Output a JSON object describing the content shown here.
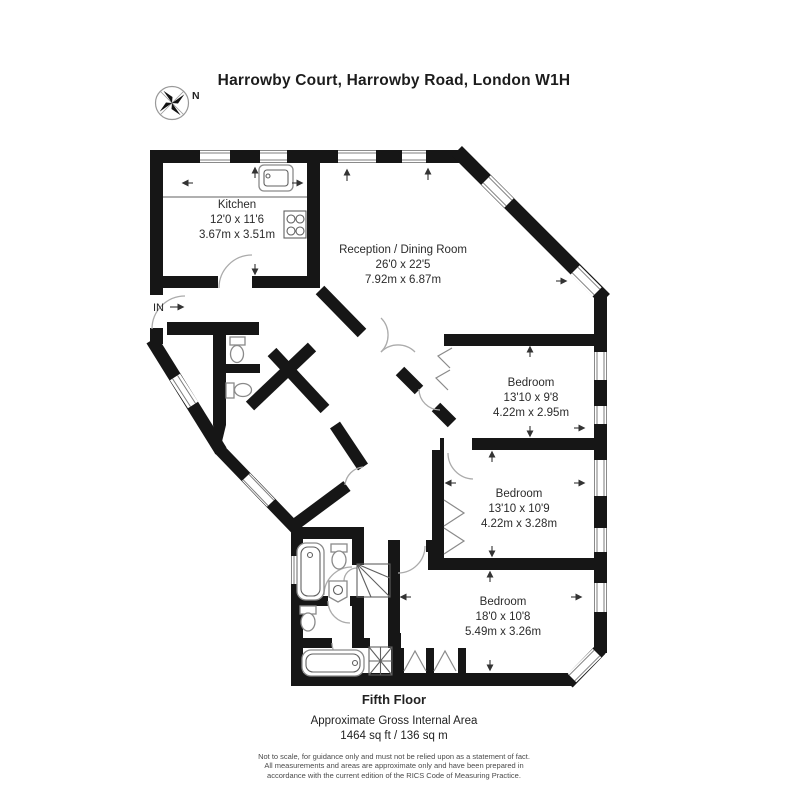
{
  "title": "Harrowby Court, Harrowby Road, London W1H",
  "compass": {
    "north_label": "N"
  },
  "entrance": {
    "label": "IN"
  },
  "rooms": [
    {
      "name": "Kitchen",
      "imperial": "12'0 x 11'6",
      "metric": "3.67m x 3.51m"
    },
    {
      "name": "Reception / Dining Room",
      "imperial": "26'0 x 22'5",
      "metric": "7.92m x 6.87m"
    },
    {
      "name": "Bedroom",
      "imperial": "13'10 x 9'8",
      "metric": "4.22m x 2.95m"
    },
    {
      "name": "Bedroom",
      "imperial": "13'10 x 10'9",
      "metric": "4.22m x 3.28m"
    },
    {
      "name": "Bedroom",
      "imperial": "18'0 x 10'8",
      "metric": "5.49m x 3.26m"
    }
  ],
  "footer": {
    "floor": "Fifth Floor",
    "area_label": "Approximate Gross Internal Area",
    "area_value": "1464 sq ft / 136 sq m",
    "disclaimer_line1": "Not to scale, for guidance only and must not be relied upon as a statement of fact.",
    "disclaimer_line2": "All measurements and areas are approximate only and have been prepared in",
    "disclaimer_line3": "accordance with the current edition of the RICS Code of Measuring Practice."
  },
  "colors": {
    "wall": "#161616",
    "fixtures": "#8a8a8a",
    "text": "#222222",
    "background": "#ffffff"
  }
}
